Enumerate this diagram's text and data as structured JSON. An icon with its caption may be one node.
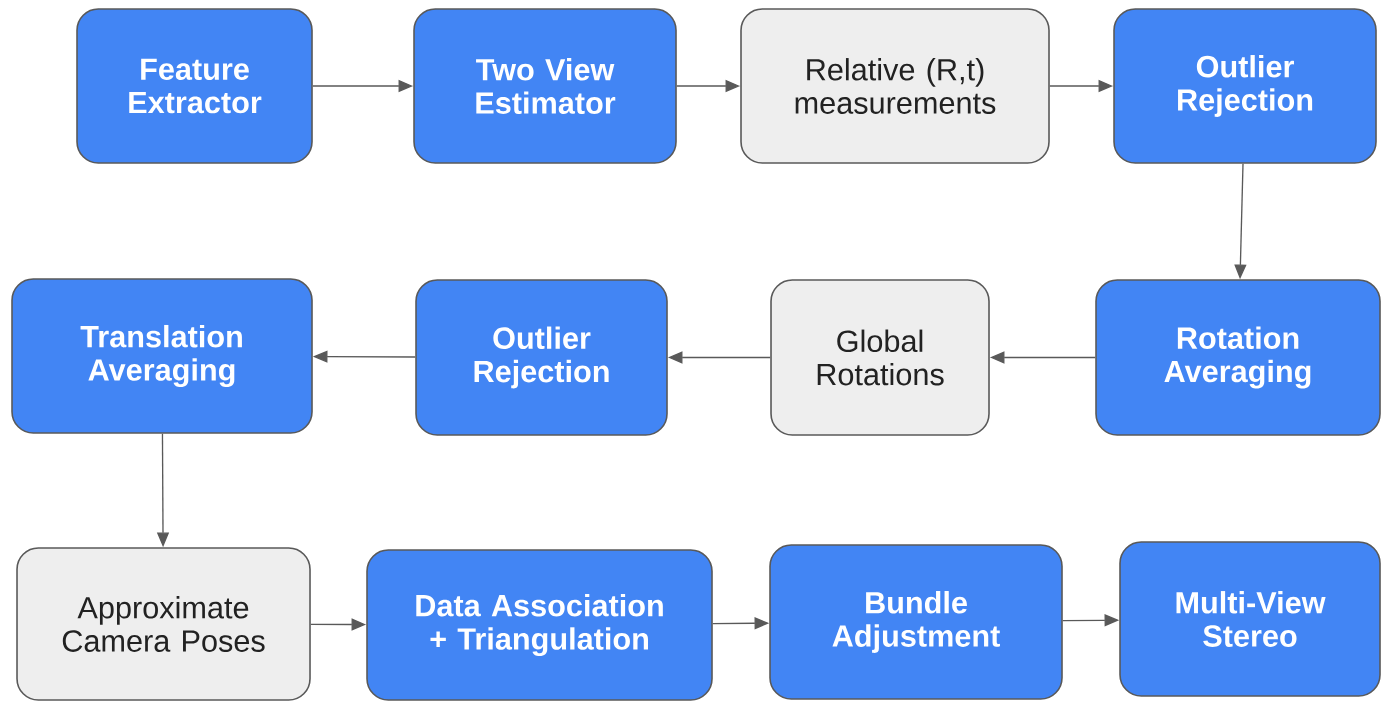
{
  "diagram": {
    "nodes": [
      {
        "text": [
          "Feature Extractor"
        ]
      },
      {
        "text": [
          "Two View Estimator"
        ]
      },
      {
        "text": [
          "Relative (R,t) measurements"
        ]
      },
      {
        "text": [
          "Outlier Rejection"
        ]
      },
      {
        "text": [
          "Rotation Averaging"
        ]
      },
      {
        "text": [
          "Global Rotations"
        ]
      },
      {
        "text": [
          "Outlier Rejection"
        ]
      },
      {
        "text": [
          "Translation Averaging"
        ]
      },
      {
        "text": [
          "Approximate Camera Poses"
        ]
      },
      {
        "text": [
          "Data Association + Triangulation"
        ]
      },
      {
        "text": [
          "Bundle Adjustment"
        ]
      },
      {
        "text": [
          "Multi-View Stereo"
        ]
      }
    ],
    "edges": [
      {
        "from": 0,
        "to": 1,
        "arrow": "to"
      },
      {
        "from": 1,
        "to": 2,
        "arrow": "to"
      },
      {
        "from": 2,
        "to": 3,
        "arrow": "to"
      },
      {
        "from": 3,
        "to": 4,
        "arrow": "to"
      },
      {
        "from": 4,
        "to": 5,
        "arrow": "to"
      },
      {
        "from": 5,
        "to": 6,
        "arrow": "to"
      },
      {
        "from": 6,
        "to": 7,
        "arrow": "to"
      },
      {
        "from": 7,
        "to": 8,
        "arrow": "to"
      },
      {
        "from": 8,
        "to": 9,
        "arrow": "to"
      },
      {
        "from": 9,
        "to": 10,
        "arrow": "to"
      },
      {
        "from": 10,
        "to": 11,
        "arrow": "to"
      }
    ]
  }
}
